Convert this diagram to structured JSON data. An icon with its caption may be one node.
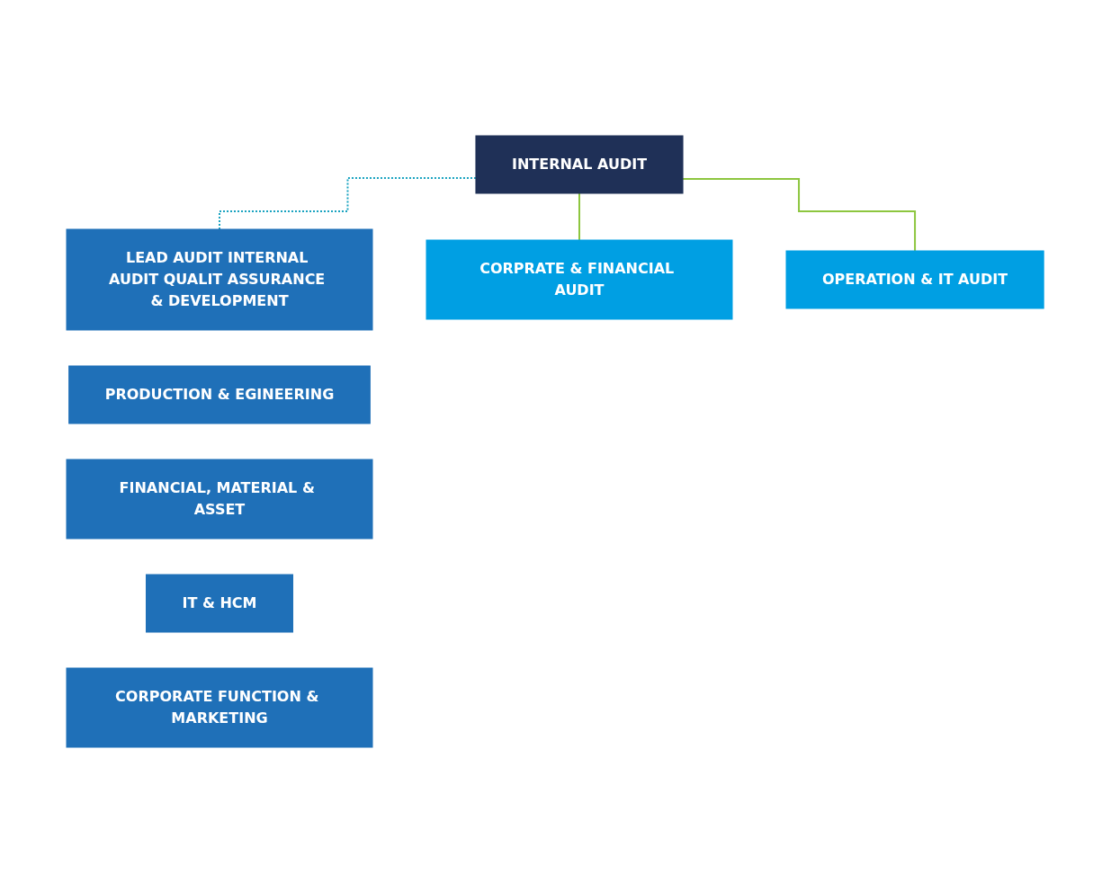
{
  "diagram": {
    "nodes": [
      {
        "text": [
          "INTERNAL AUDIT"
        ]
      },
      {
        "text": [
          "LEAD AUDIT INTERNAL AUDIT QUALIT ASSURANCE & DEVELOPMENT"
        ]
      },
      {
        "text": [
          "PRODUCTION & EGINEERING"
        ]
      },
      {
        "text": [
          "FINANCIAL, MATERIAL & ASSET"
        ]
      },
      {
        "text": [
          "IT & HCM"
        ]
      },
      {
        "text": [
          "CORPORATE FUNCTION & MARKETING"
        ]
      },
      {
        "text": [
          "CORPRATE & FINANCIAL AUDIT"
        ]
      },
      {
        "text": [
          "OPERATION & IT AUDIT"
        ]
      }
    ],
    "edges": [
      {
        "from": 0,
        "to": 1,
        "arrow": "none",
        "style": "dashed",
        "color": "#1aa3c0"
      },
      {
        "from": 0,
        "to": 6,
        "arrow": "none"
      },
      {
        "from": 0,
        "to": 7,
        "arrow": "none"
      }
    ]
  }
}
